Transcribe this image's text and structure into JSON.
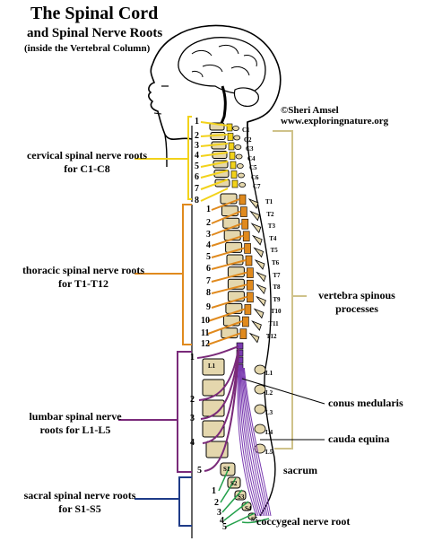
{
  "titles": {
    "main": "The Spinal Cord",
    "sub": "and Spinal Nerve Roots",
    "note": "(inside the Vertebral Column)"
  },
  "credit": {
    "copyright": "©Sheri Amsel",
    "site": "www.exploringnature.org"
  },
  "labels": {
    "cervical": "cervical spinal nerve roots for C1-C8",
    "thoracic": "thoracic spinal nerve roots for T1-T12",
    "lumbar": "lumbar spinal nerve roots for L1-L5",
    "sacral": "sacral spinal nerve roots for S1-S5",
    "processes": "vertebra spinous processes",
    "conus": "conus medularis",
    "cauda": "cauda equina",
    "sacrum": "sacrum",
    "coccygeal": "coccygeal nerve root"
  },
  "root_numbers": {
    "cervical": [
      "1",
      "2",
      "3",
      "4",
      "5",
      "6",
      "7",
      "8"
    ],
    "thoracic": [
      "1",
      "2",
      "3",
      "4",
      "5",
      "6",
      "7",
      "8",
      "9",
      "10",
      "11",
      "12"
    ],
    "lumbar": [
      "1",
      "2",
      "3",
      "4",
      "5"
    ],
    "sacral": [
      "1",
      "2",
      "3",
      "4",
      "5"
    ]
  },
  "vertebra_labels": {
    "cervical": [
      "C1",
      "C2",
      "C3",
      "C4",
      "C5",
      "C6",
      "C7"
    ],
    "thoracic": [
      "T1",
      "T2",
      "T3",
      "T4",
      "T5",
      "T6",
      "T7",
      "T8",
      "T9",
      "T10",
      "T11",
      "T12"
    ],
    "lumbar": [
      "L1",
      "L2",
      "L3",
      "L4",
      "L5"
    ],
    "sacral": [
      "S1",
      "S2",
      "S3",
      "S4",
      "S5"
    ]
  },
  "colors": {
    "cervical": "#f2d21a",
    "thoracic": "#e08a1e",
    "lumbar": "#7a2a7a",
    "sacral": "#1f3c88",
    "vertebra": "#e4d7ad",
    "processes_bracket": "#cfc28a",
    "cauda_nerves": "#7a3bb0",
    "sacral_nerves": "#22a04a"
  }
}
